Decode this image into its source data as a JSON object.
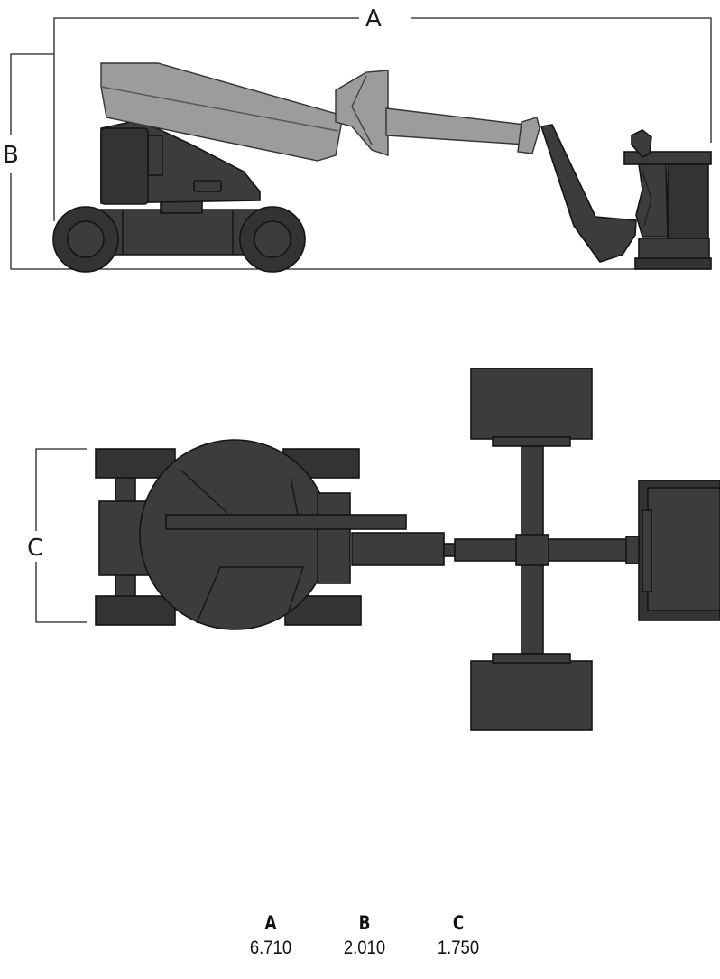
{
  "dimensions": {
    "labels": {
      "a": "A",
      "b": "B",
      "c": "C"
    },
    "table": {
      "headers": [
        "A",
        "B",
        "C"
      ],
      "values": [
        "6.710",
        "2.010",
        "1.750"
      ]
    }
  },
  "colors": {
    "machine_dark": "#3c3c3c",
    "machine_outline": "#141414",
    "boom_light": "#9c9c9c",
    "dimension_line": "#222222"
  }
}
